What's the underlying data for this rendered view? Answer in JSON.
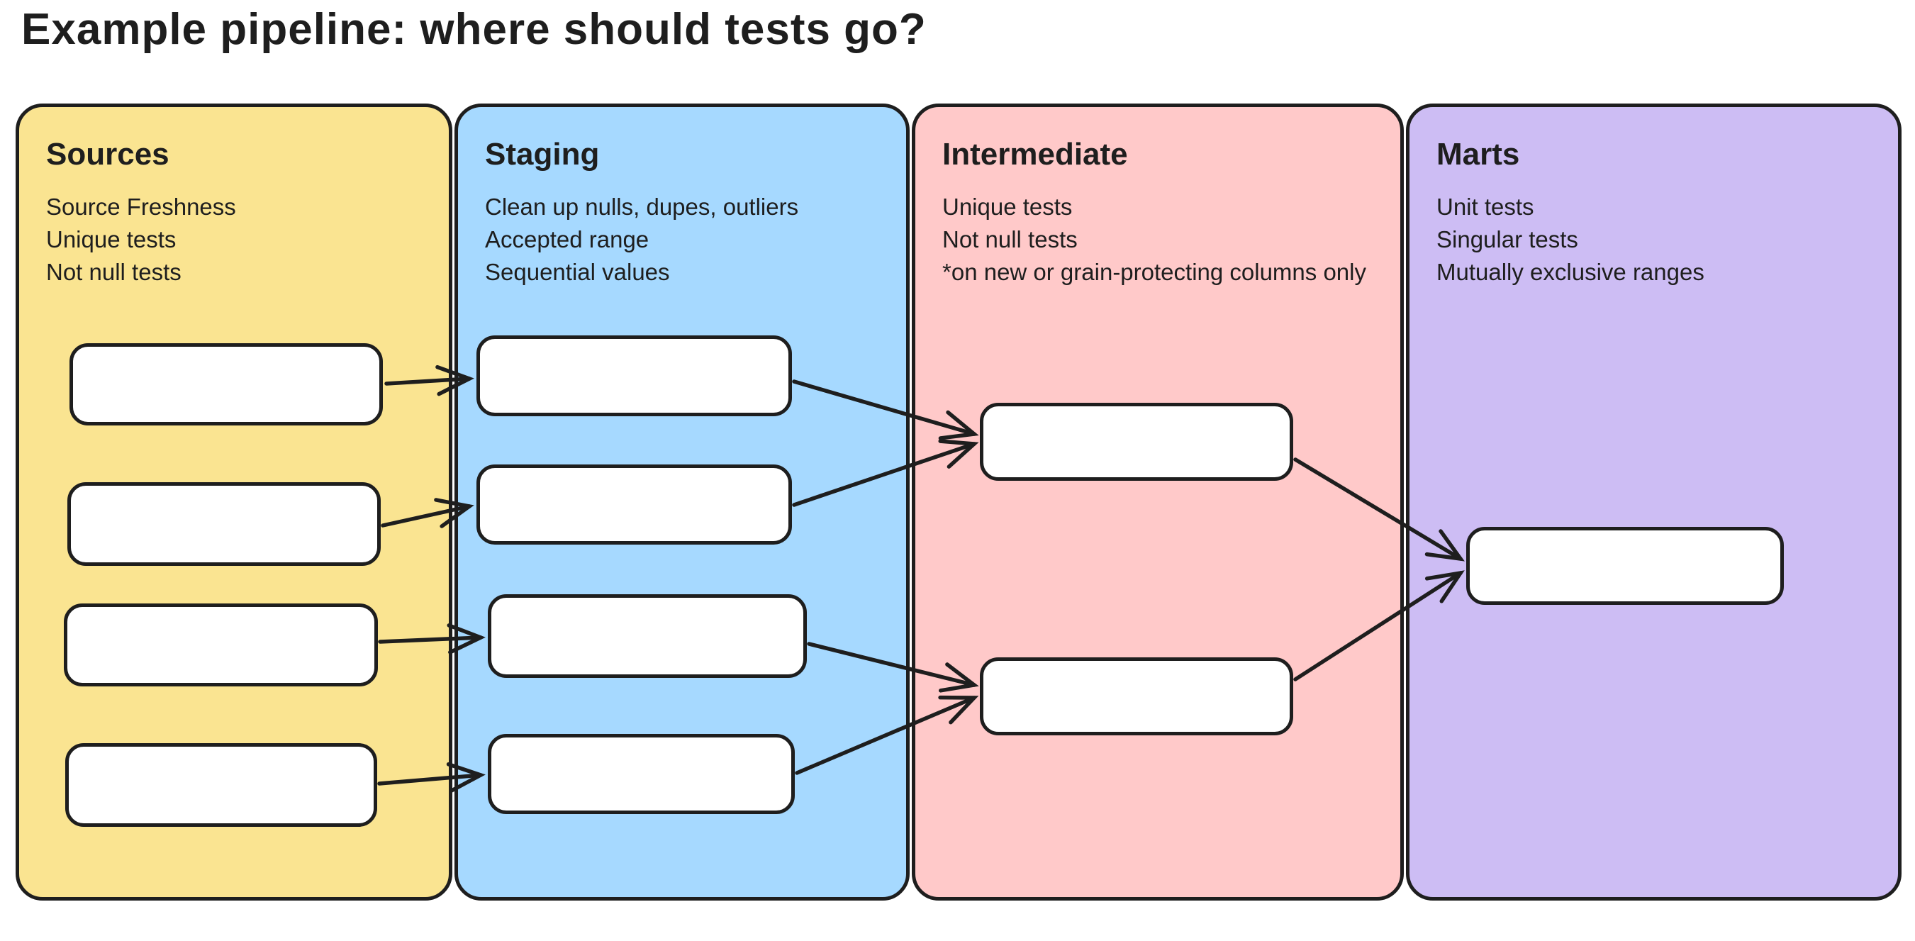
{
  "title": "Example pipeline: where should tests go?",
  "columns": [
    {
      "name": "Sources",
      "color": "#FAE491",
      "notes": [
        "Source Freshness",
        "Unique tests",
        "Not null tests"
      ],
      "box_count": 4
    },
    {
      "name": "Staging",
      "color": "#A6D9FF",
      "notes": [
        "Clean up nulls, dupes, outliers",
        "Accepted range",
        "Sequential values"
      ],
      "box_count": 4
    },
    {
      "name": "Intermediate",
      "color": "#FFC9C9",
      "notes": [
        "Unique tests",
        "Not null tests",
        "*on new or grain-protecting columns only"
      ],
      "box_count": 2
    },
    {
      "name": "Marts",
      "color": "#CDBDF4",
      "notes": [
        "Unit tests",
        "Singular tests",
        "Mutually exclusive ranges"
      ],
      "box_count": 1
    }
  ],
  "connections": [
    {
      "from": "sources-box-1",
      "to": "staging-box-1"
    },
    {
      "from": "sources-box-2",
      "to": "staging-box-2"
    },
    {
      "from": "sources-box-3",
      "to": "staging-box-3"
    },
    {
      "from": "sources-box-4",
      "to": "staging-box-4"
    },
    {
      "from": "staging-box-1",
      "to": "intermediate-box-1"
    },
    {
      "from": "staging-box-2",
      "to": "intermediate-box-1"
    },
    {
      "from": "staging-box-3",
      "to": "intermediate-box-2"
    },
    {
      "from": "staging-box-4",
      "to": "intermediate-box-2"
    },
    {
      "from": "intermediate-box-1",
      "to": "marts-box-1"
    },
    {
      "from": "intermediate-box-2",
      "to": "marts-box-1"
    }
  ],
  "colors": {
    "ink": "#1E1E1E",
    "box_fill": "#FFFFFF",
    "canvas": "#FFFFFF"
  }
}
